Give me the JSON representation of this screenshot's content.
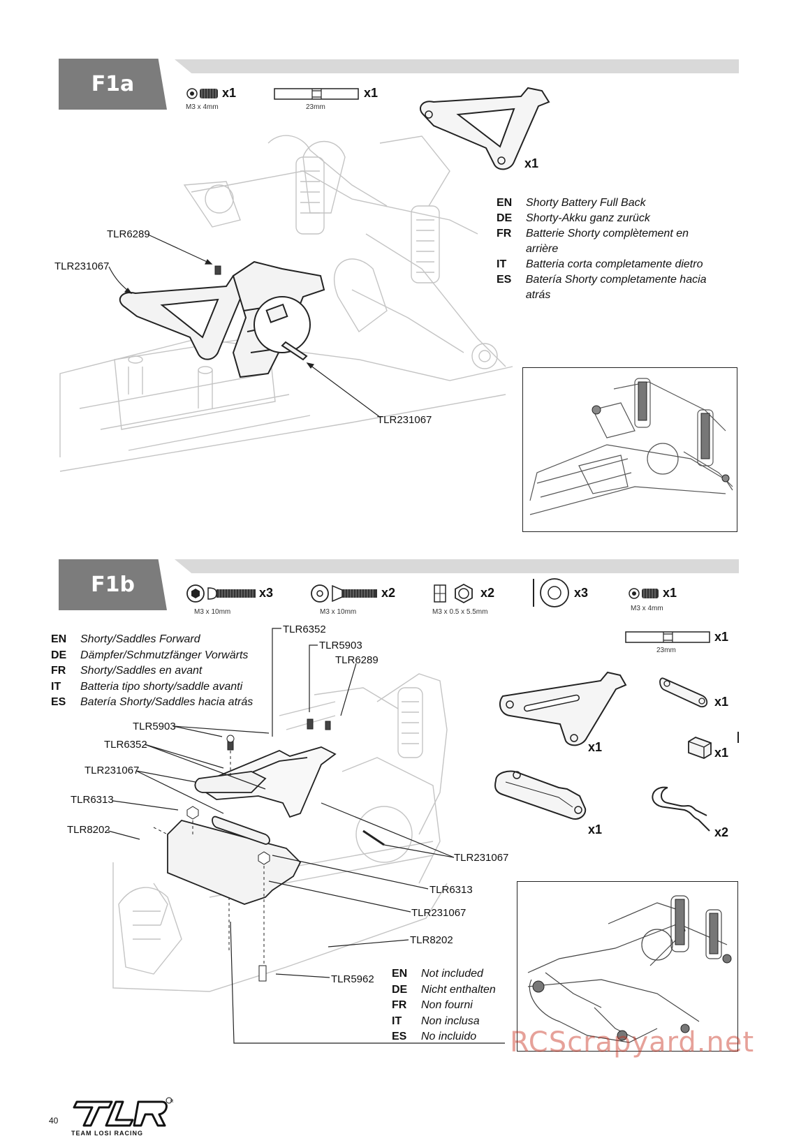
{
  "page": {
    "number": "40",
    "watermark": "RCScrapyard.net",
    "brand_logo": "TLR",
    "brand_tagline": "TEAM LOSI RACING"
  },
  "f1a": {
    "step": "F1a",
    "parts": [
      {
        "qty": "x1",
        "spec": "M3 x 4mm",
        "icon": "set-screw-icon"
      },
      {
        "qty": "x1",
        "spec": "23mm",
        "icon": "pin-icon"
      },
      {
        "qty": "x1",
        "spec": "",
        "icon": "battery-brace-icon"
      }
    ],
    "callouts": [
      "TLR6289",
      "TLR231067",
      "TLR231067"
    ],
    "languages": [
      {
        "code": "EN",
        "text": "Shorty Battery Full Back"
      },
      {
        "code": "DE",
        "text": "Shorty-Akku ganz zurück"
      },
      {
        "code": "FR",
        "text": "Batterie Shorty complètement en arrière"
      },
      {
        "code": "IT",
        "text": "Batteria corta completamente dietro"
      },
      {
        "code": "ES",
        "text": "Batería Shorty completamente hacia atrás"
      }
    ]
  },
  "f1b": {
    "step": "F1b",
    "parts": [
      {
        "qty": "x3",
        "spec": "M3 x 10mm",
        "icon": "button-head-screw-icon"
      },
      {
        "qty": "x2",
        "spec": "M3 x 10mm",
        "icon": "flat-head-screw-icon"
      },
      {
        "qty": "x2",
        "spec": "M3 x 0.5 x 5.5mm",
        "icon": "lock-nut-icon"
      },
      {
        "qty": "x3",
        "spec": "",
        "icon": "washer-icon"
      },
      {
        "qty": "x1",
        "spec": "M3 x 4mm",
        "icon": "set-screw-icon"
      },
      {
        "qty": "x1",
        "spec": "23mm",
        "icon": "pin-icon"
      },
      {
        "qty": "x1",
        "spec": "",
        "icon": "battery-brace-icon"
      },
      {
        "qty": "x1",
        "spec": "",
        "icon": "link-icon"
      },
      {
        "qty": "x1",
        "spec": "",
        "icon": "spacer-block-icon"
      },
      {
        "qty": "x1",
        "spec": "",
        "icon": "battery-tray-icon"
      },
      {
        "qty": "x2",
        "spec": "",
        "icon": "body-clip-icon"
      }
    ],
    "callouts": [
      "TLR6352",
      "TLR5903",
      "TLR6289",
      "TLR5903",
      "TLR6352",
      "TLR231067",
      "TLR6313",
      "TLR8202",
      "TLR231067",
      "TLR6313",
      "TLR231067",
      "TLR8202",
      "TLR5962"
    ],
    "languages": [
      {
        "code": "EN",
        "text": "Shorty/Saddles Forward"
      },
      {
        "code": "DE",
        "text": "Dämpfer/Schmutzfänger Vorwärts"
      },
      {
        "code": "FR",
        "text": "Shorty/Saddles en avant"
      },
      {
        "code": "IT",
        "text": "Batteria tipo shorty/saddle avanti"
      },
      {
        "code": "ES",
        "text": "Batería Shorty/Saddles hacia atrás"
      }
    ],
    "not_included": [
      {
        "code": "EN",
        "text": "Not included"
      },
      {
        "code": "DE",
        "text": "Nicht enthalten"
      },
      {
        "code": "FR",
        "text": "Non fourni"
      },
      {
        "code": "IT",
        "text": "Non inclusa"
      },
      {
        "code": "ES",
        "text": "No incluido"
      }
    ]
  }
}
